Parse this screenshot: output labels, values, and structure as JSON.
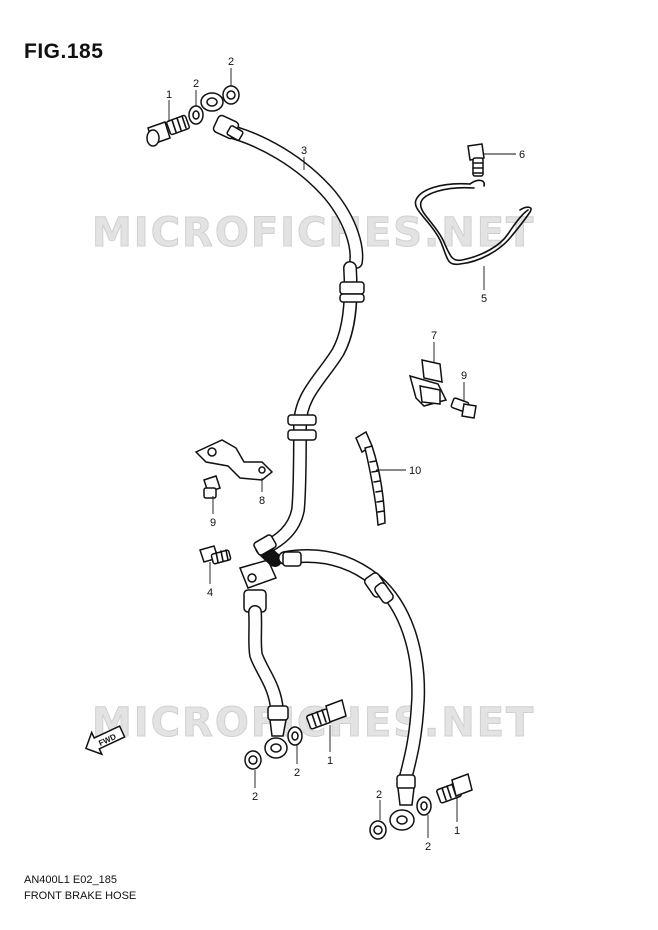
{
  "figure": {
    "label": "FIG.185",
    "model_code": "AN400L1 E02_185",
    "title": "FRONT BRAKE HOSE"
  },
  "watermark": {
    "text": "MICROFICHES.NET"
  },
  "direction_arrow": {
    "label": "FWD"
  },
  "callouts": [
    {
      "id": "c1a",
      "number": "1"
    },
    {
      "id": "c2a",
      "number": "2"
    },
    {
      "id": "c2b",
      "number": "2"
    },
    {
      "id": "c3",
      "number": "3"
    },
    {
      "id": "c6",
      "number": "6"
    },
    {
      "id": "c5",
      "number": "5"
    },
    {
      "id": "c7",
      "number": "7"
    },
    {
      "id": "c9a",
      "number": "9"
    },
    {
      "id": "c10",
      "number": "10"
    },
    {
      "id": "c8",
      "number": "8"
    },
    {
      "id": "c9b",
      "number": "9"
    },
    {
      "id": "c4",
      "number": "4"
    },
    {
      "id": "c2c",
      "number": "2"
    },
    {
      "id": "c1b",
      "number": "1"
    },
    {
      "id": "c2d",
      "number": "2"
    },
    {
      "id": "c2e",
      "number": "2"
    },
    {
      "id": "c1c",
      "number": "1"
    },
    {
      "id": "c2f",
      "number": "2"
    }
  ]
}
